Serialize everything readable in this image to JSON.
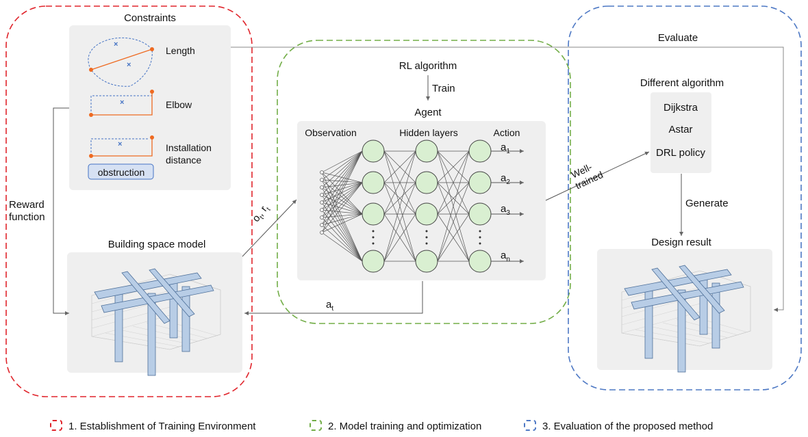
{
  "colors": {
    "env": "#e0242b",
    "train": "#72ad47",
    "eval": "#4d78c4",
    "panel": "#efefef",
    "orange": "#ee6a21",
    "blue": "#4473c4",
    "node_fill": "#d9efd1",
    "line": "#555555"
  },
  "constraints": {
    "title": "Constraints",
    "length": "Length",
    "elbow": "Elbow",
    "installation1": "Installation",
    "installation2": "distance",
    "obstruction": "obstruction"
  },
  "reward_function": {
    "line1": "Reward",
    "line2": "function"
  },
  "building_space_model": "Building space model",
  "rl": {
    "algorithm": "RL algorithm",
    "train": "Train",
    "agent": "Agent",
    "observation": "Observation",
    "hidden": "Hidden layers",
    "action": "Action"
  },
  "obs_label": {
    "o": "o",
    "o_sub": "t",
    "sep": ", ",
    "r": "r",
    "r_sub": "t"
  },
  "actions": [
    {
      "a": "a",
      "sub": "1"
    },
    {
      "a": "a",
      "sub": "2"
    },
    {
      "a": "a",
      "sub": "3"
    },
    {
      "a": "a",
      "sub": "n"
    }
  ],
  "feedback": {
    "a": "a",
    "sub": "t"
  },
  "well_trained": {
    "line1": "Well-",
    "line2": "trained"
  },
  "evaluate": "Evaluate",
  "different_algorithm": "Different algorithm",
  "algorithms": [
    "Dijkstra",
    "Astar",
    "DRL policy"
  ],
  "generate": "Generate",
  "design_result": "Design result",
  "legend": [
    "1. Establishment of Training Environment",
    "2. Model training and optimization",
    "3. Evaluation of the proposed method"
  ]
}
